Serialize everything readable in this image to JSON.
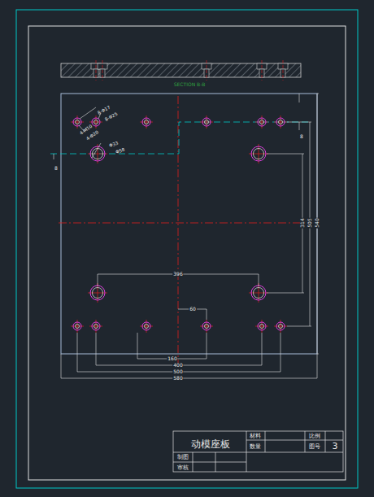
{
  "diagram": {
    "labels": [
      "SECTION B-B",
      "8-Φ17",
      "8-Φ25",
      "4-M10",
      "4-Φ20",
      "Φ33",
      "Φ58",
      "396",
      "60",
      "160",
      "400",
      "500",
      "580",
      "314",
      "505",
      "540",
      "8",
      "8",
      "动模座板",
      "材料",
      "数量",
      "比例",
      "图号",
      "3",
      "制图",
      "审核"
    ]
  }
}
